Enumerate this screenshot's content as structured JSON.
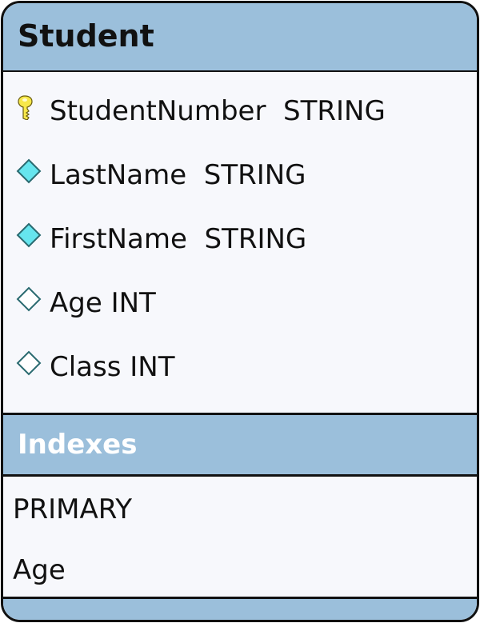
{
  "table": {
    "name": "Student",
    "columns": [
      {
        "label": "StudentNumber  STRING",
        "icon": "primary-key-icon"
      },
      {
        "label": "LastName  STRING",
        "icon": "filled-diamond-icon"
      },
      {
        "label": "FirstName  STRING",
        "icon": "filled-diamond-icon"
      },
      {
        "label": "Age INT",
        "icon": "hollow-diamond-icon"
      },
      {
        "label": "Class INT",
        "icon": "hollow-diamond-icon"
      }
    ],
    "indexes_header": "Indexes",
    "indexes": [
      "PRIMARY",
      "Age"
    ]
  },
  "colors": {
    "header": "#9bbfdb",
    "body": "#f7f8fc",
    "key": "#f7e84a",
    "diamond_fill": "#66e5ee",
    "diamond_stroke": "#2a6a70"
  }
}
